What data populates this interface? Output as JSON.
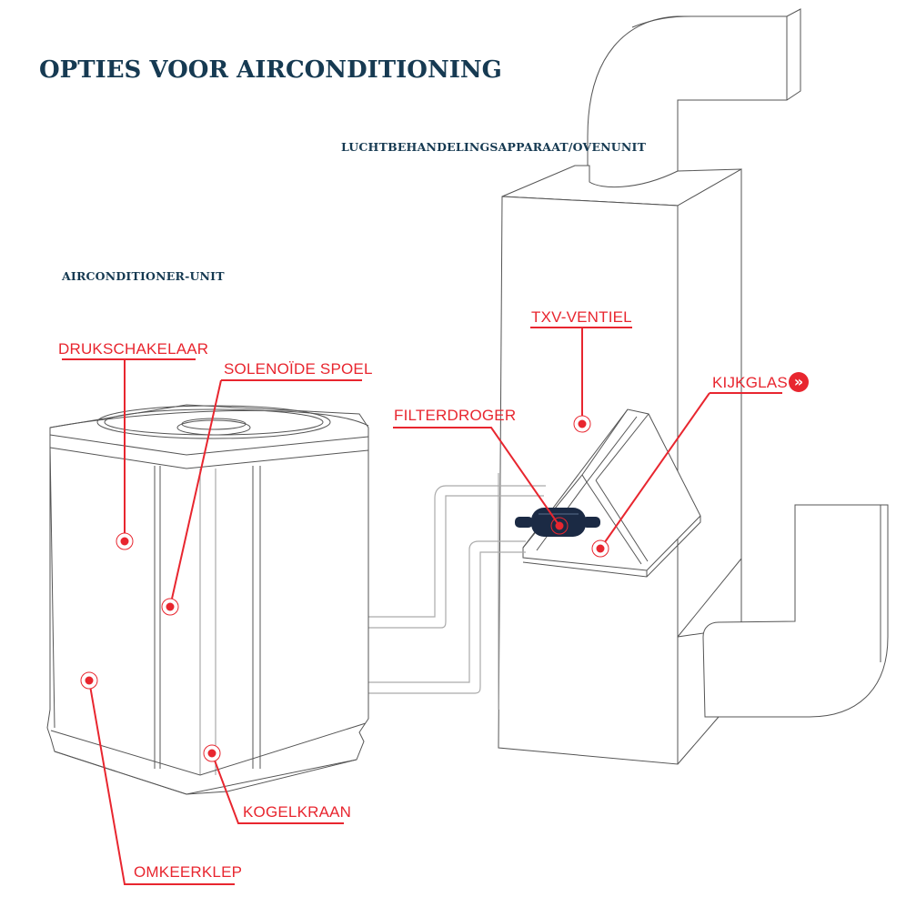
{
  "title": "OPTIES VOOR AIRCONDITIONING",
  "sections": {
    "air_handler": "LUCHTBEHANDELINGSAPPARAAT/OVENUNIT",
    "ac_unit": "AIRCONDITIONER-UNIT"
  },
  "callouts": {
    "pressure_switch": "DRUKSCHAKELAAR",
    "solenoid_coil": "SOLENOÏDE SPOEL",
    "txv_valve": "TXV-VENTIEL",
    "sight_glass": "KIJKGLAS",
    "filter_drier": "FILTERDROGER",
    "ball_valve": "KOGELKRAAN",
    "reversing_valve": "OMKEERKLEP"
  },
  "icons": {
    "sight_glass_link": "double-chevron-right-icon"
  },
  "colors": {
    "title": "#163a52",
    "accent": "#e8262f",
    "outline": "#555555",
    "filter_drier_body": "#1b2a44"
  }
}
